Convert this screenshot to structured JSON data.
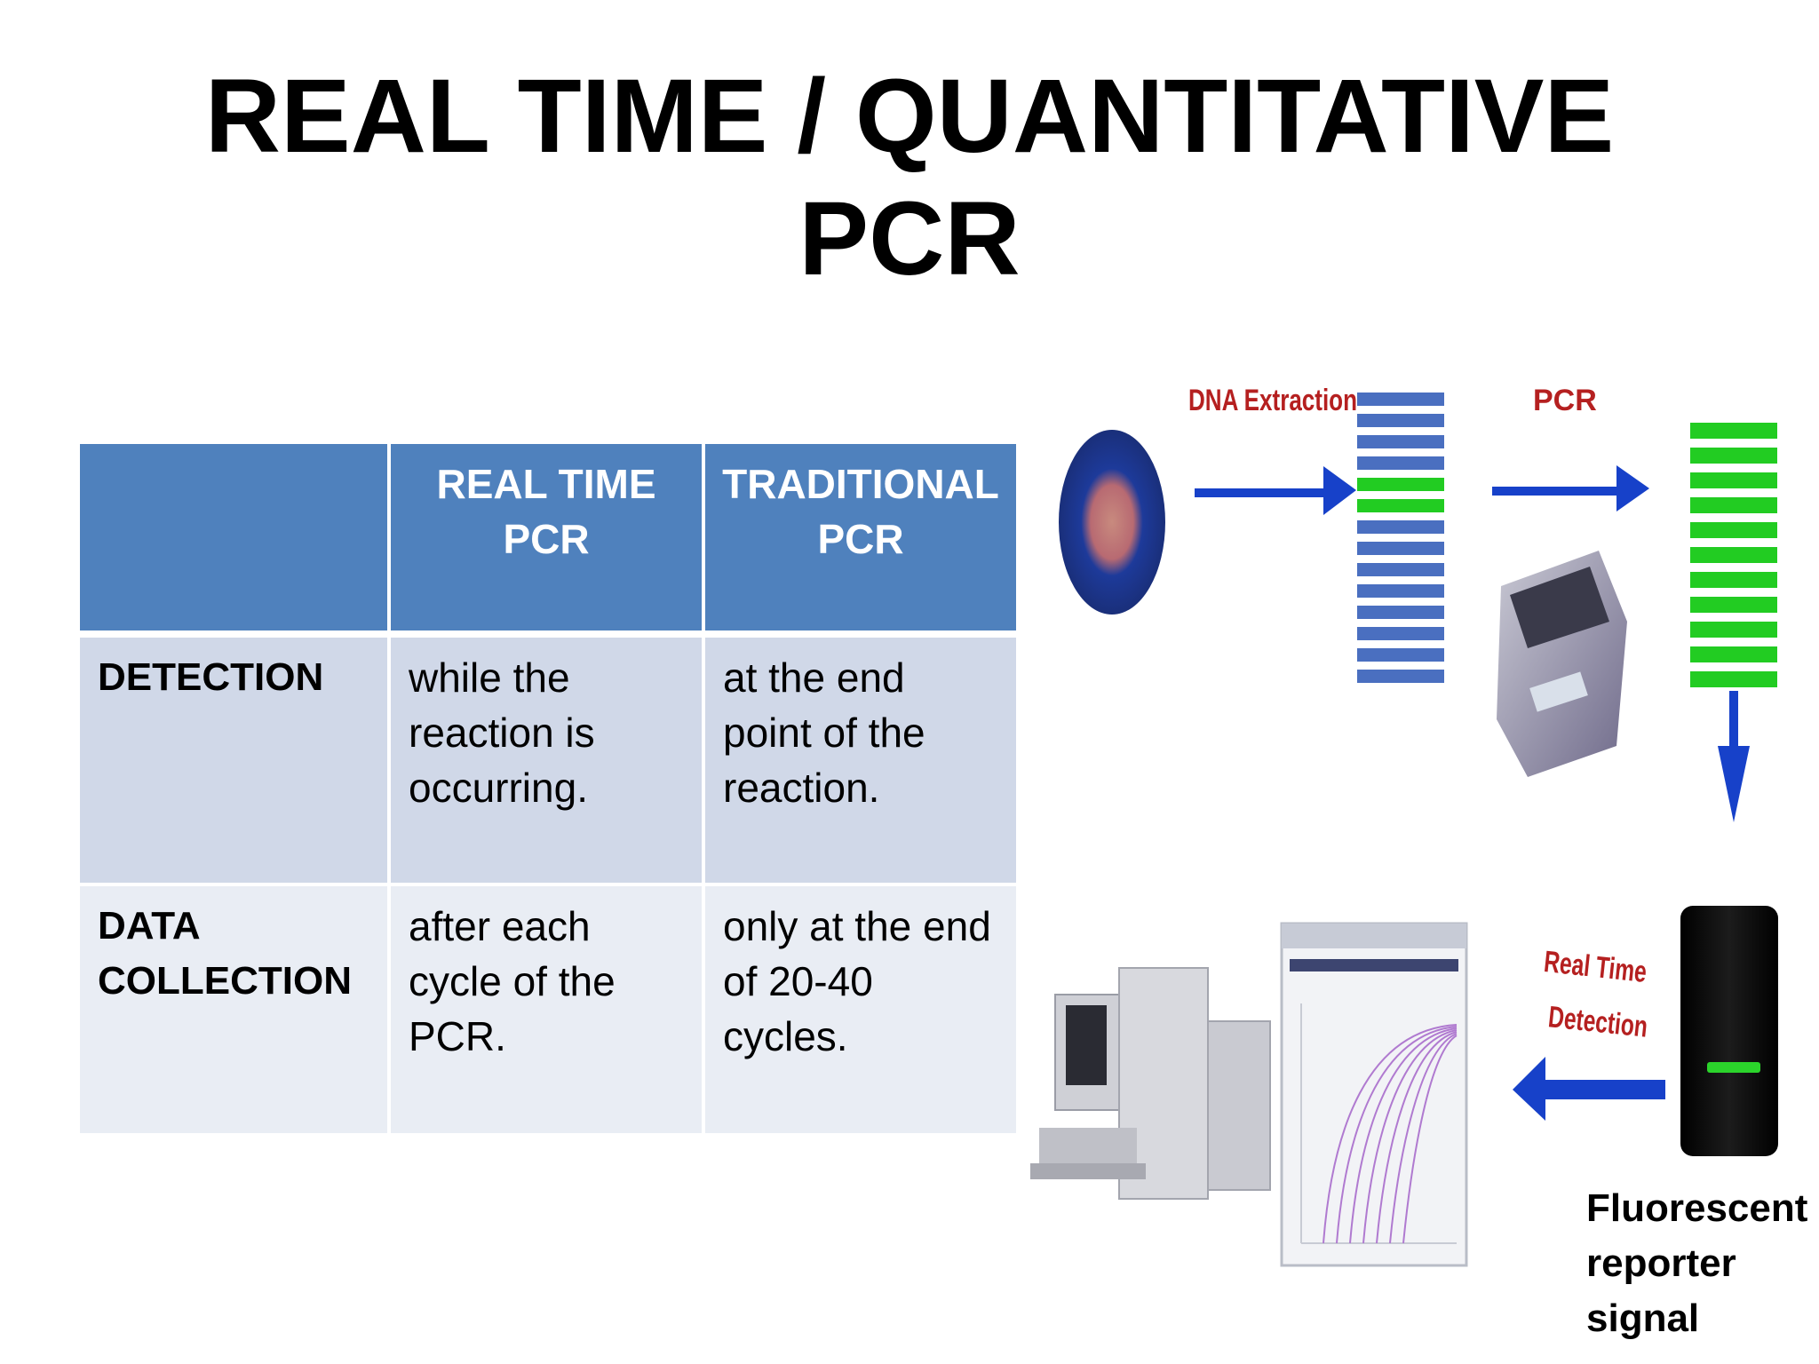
{
  "title": {
    "line1": "REAL TIME / QUANTITATIVE",
    "line2": "PCR"
  },
  "table": {
    "headers": [
      "",
      "REAL TIME PCR",
      "TRADITIONAL PCR"
    ],
    "rows": [
      {
        "label": "DETECTION",
        "real_time": "while the reaction is occurring.",
        "traditional": "at the end point of the reaction."
      },
      {
        "label": "DATA COLLECTION",
        "real_time": "after each cycle of the PCR.",
        "traditional": "only at the end of 20-40 cycles."
      }
    ]
  },
  "diagram": {
    "step_labels": {
      "dna_extraction": "DNA Extraction",
      "pcr": "PCR",
      "real_time_detection_line1": "Real Time",
      "real_time_detection_line2": "Detection"
    },
    "colors": {
      "arrow": "#1741c9",
      "dna_blue": "#4a6fc0",
      "dna_green": "#22cc22",
      "label_red": "#b52020",
      "signal_green": "#2bd42b"
    }
  },
  "caption": {
    "line1": "Fluorescent",
    "line2": "reporter",
    "line3": "signal"
  }
}
